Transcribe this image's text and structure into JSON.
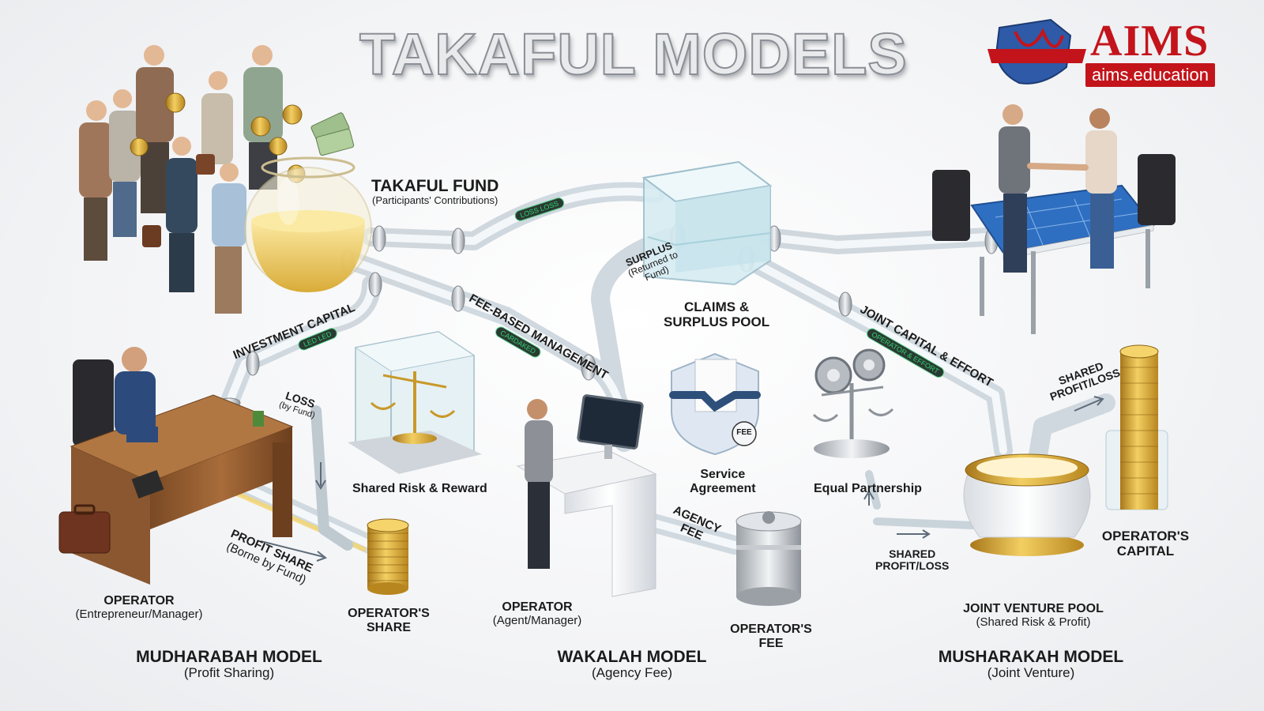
{
  "title": "TAKAFUL MODELS",
  "logo": {
    "word": "AIMS",
    "url": "aims.education"
  },
  "fund": {
    "title": "TAKAFUL FUND",
    "subtitle": "(Participants' Contributions)"
  },
  "pool": {
    "title_line1": "CLAIMS &",
    "title_line2": "SURPLUS POOL"
  },
  "flows": {
    "investment_capital": "INVESTMENT CAPITAL",
    "fee_based_management": "FEE-BASED MANAGEMENT",
    "joint_capital_effort": "JOINT CAPITAL & EFFORT",
    "surplus_line1": "SURPLUS",
    "surplus_line2": "(Returned to",
    "surplus_line3": "Fund)",
    "loss_line1": "LOSS",
    "loss_line2": "(by Fund)",
    "profit_share_line1": "PROFIT SHARE",
    "profit_share_line2": "(Borne by Fund)",
    "agency_fee_line1": "AGENCY",
    "agency_fee_line2": "FEE",
    "shared_profit_loss_top_line1": "SHARED",
    "shared_profit_loss_top_line2": "PROFIT/LOSS"
  },
  "tube_tags": {
    "top": "LOSS LOSS",
    "investment": "LED LED",
    "fee": "CARDAKED",
    "joint": "OPERATOR & EFFORT"
  },
  "concepts": {
    "shared_risk": "Shared Risk & Reward",
    "service_line1": "Service",
    "service_line2": "Agreement",
    "fee_badge": "FEE",
    "equal_partnership": "Equal Partnership",
    "shared_pl_line1": "SHARED",
    "shared_pl_line2": "PROFIT/LOSS"
  },
  "mudharabah": {
    "operator": "OPERATOR",
    "operator_sub": "(Entrepreneur/Manager)",
    "share_line1": "OPERATOR'S",
    "share_line2": "SHARE",
    "model": "MUDHARABAH MODEL",
    "model_sub": "(Profit Sharing)"
  },
  "wakalah": {
    "operator": "OPERATOR",
    "operator_sub": "(Agent/Manager)",
    "fee_line1": "OPERATOR'S",
    "fee_line2": "FEE",
    "model": "WAKALAH MODEL",
    "model_sub": "(Agency Fee)"
  },
  "musharakah": {
    "pool_title": "JOINT VENTURE POOL",
    "pool_sub": "(Shared Risk & Profit)",
    "capital_line1": "OPERATOR'S",
    "capital_line2": "CAPITAL",
    "model": "MUSHARAKAH MODEL",
    "model_sub": "(Joint Venture)"
  },
  "colors": {
    "brand_red": "#c4141b",
    "gold": "#d6a530",
    "glass": "#cfe3ea",
    "pipe": "#e6eaee"
  }
}
